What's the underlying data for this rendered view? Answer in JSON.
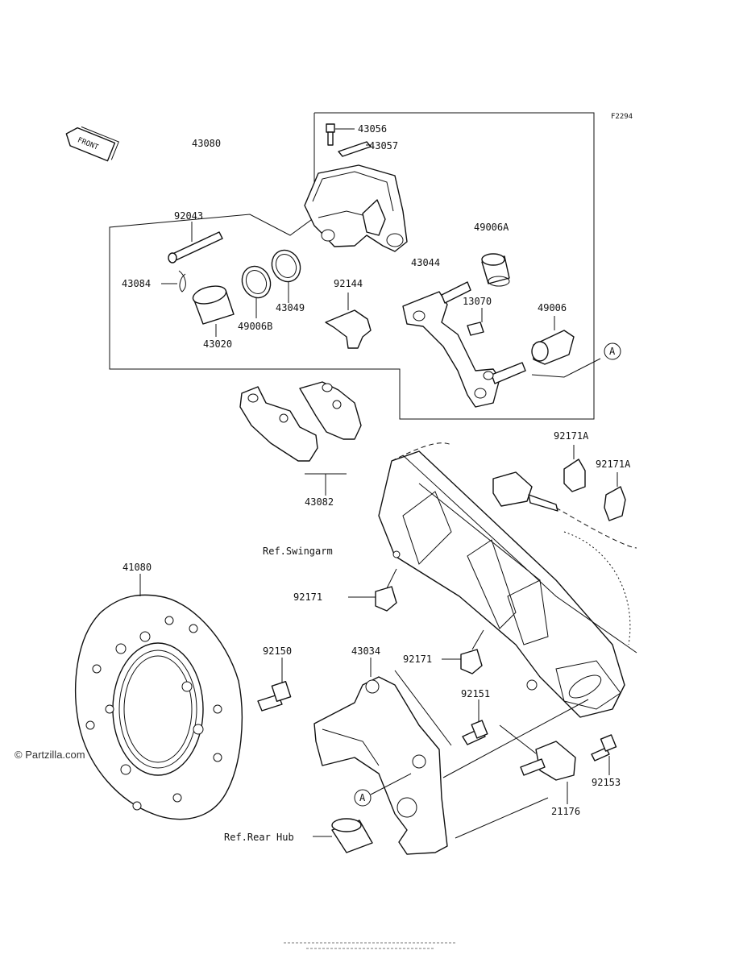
{
  "diagram_code": "F2294",
  "watermark": "© Partzilla.com",
  "front_label": "FRONT",
  "references": {
    "swingarm": "Ref.Swingarm",
    "rear_hub": "Ref.Rear Hub",
    "callout_a": "A"
  },
  "parts": [
    {
      "id": "43080",
      "label": "43080"
    },
    {
      "id": "43056",
      "label": "43056"
    },
    {
      "id": "43057",
      "label": "43057"
    },
    {
      "id": "92043",
      "label": "92043"
    },
    {
      "id": "43084",
      "label": "43084"
    },
    {
      "id": "43049",
      "label": "43049"
    },
    {
      "id": "49006B",
      "label": "49006B"
    },
    {
      "id": "43020",
      "label": "43020"
    },
    {
      "id": "92144",
      "label": "92144"
    },
    {
      "id": "49006A",
      "label": "49006A"
    },
    {
      "id": "43044",
      "label": "43044"
    },
    {
      "id": "13070",
      "label": "13070"
    },
    {
      "id": "49006",
      "label": "49006"
    },
    {
      "id": "43082",
      "label": "43082"
    },
    {
      "id": "92171A-1",
      "label": "92171A"
    },
    {
      "id": "92171A-2",
      "label": "92171A"
    },
    {
      "id": "92171-1",
      "label": "92171"
    },
    {
      "id": "92171-2",
      "label": "92171"
    },
    {
      "id": "41080",
      "label": "41080"
    },
    {
      "id": "92150",
      "label": "92150"
    },
    {
      "id": "43034",
      "label": "43034"
    },
    {
      "id": "92151",
      "label": "92151"
    },
    {
      "id": "92153",
      "label": "92153"
    },
    {
      "id": "21176",
      "label": "21176"
    }
  ]
}
